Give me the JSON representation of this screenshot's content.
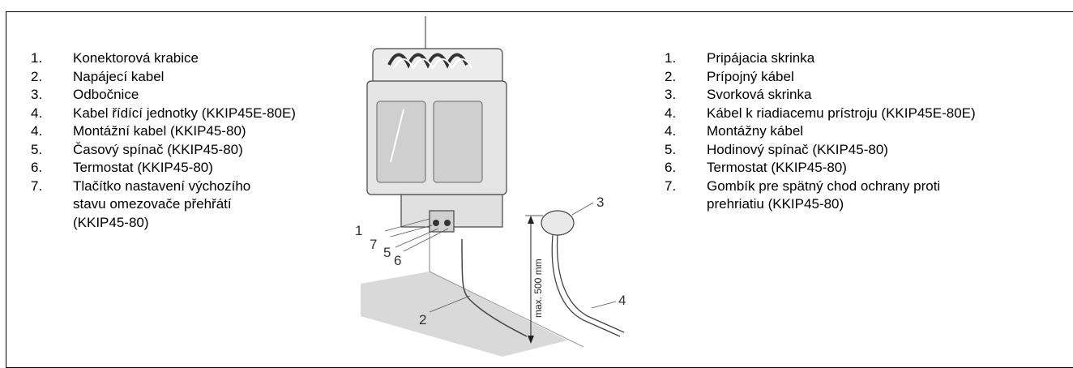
{
  "left_list": [
    {
      "num": "1.",
      "text": "Konektorová krabice"
    },
    {
      "num": "2.",
      "text": "Napájecí kabel"
    },
    {
      "num": "3.",
      "text": "Odbočnice"
    },
    {
      "num": "4.",
      "text": "Kabel řídící jednotky (KKIP45E-80E)"
    },
    {
      "num": "4.",
      "text": "Montážní kabel (KKIP45-80)"
    },
    {
      "num": "5.",
      "text": "Časový spínač (KKIP45-80)"
    },
    {
      "num": "6.",
      "text": "Termostat (KKIP45-80)"
    },
    {
      "num": "7.",
      "text": "Tlačítko nastavení výchozího stavu omezovače přehřátí (KKIP45-80)"
    }
  ],
  "right_list": [
    {
      "num": "1.",
      "text": "Pripájacia skrinka"
    },
    {
      "num": "2.",
      "text": "Prípojný kábel"
    },
    {
      "num": "3.",
      "text": "Svorková skrinka"
    },
    {
      "num": "4.",
      "text": "Kábel k riadiacemu prístroju (KKIP45E-80E)"
    },
    {
      "num": "4.",
      "text": "Montážny kábel"
    },
    {
      "num": "5.",
      "text": "Hodinový spínač (KKIP45-80)"
    },
    {
      "num": "6.",
      "text": "Termostat (KKIP45-80)"
    },
    {
      "num": "7.",
      "text": "Gombík pre spätný chod ochrany proti prehriatiu (KKIP45-80)"
    }
  ],
  "figure": {
    "callouts": {
      "c1": "1",
      "c2": "2",
      "c3": "3",
      "c4": "4",
      "c5": "5",
      "c6": "6",
      "c7": "7"
    },
    "dimension_label": "max. 500 mm"
  }
}
